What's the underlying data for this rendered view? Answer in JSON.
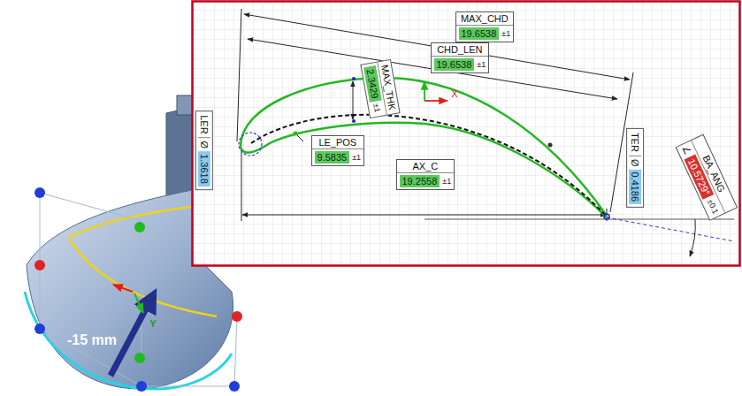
{
  "diagram": {
    "nodes": [
      {
        "text": [
          "MAX_CHD",
          "19.6538",
          "±1"
        ]
      },
      {
        "text": [
          "CHD_LEN",
          "19.6538",
          "±1"
        ]
      },
      {
        "text": [
          "MAX_THK",
          "2.3429",
          "±1"
        ]
      },
      {
        "text": [
          "LER",
          "Ø",
          "1.3618"
        ]
      },
      {
        "text": [
          "LE_POS",
          "9.5835",
          "±1"
        ]
      },
      {
        "text": [
          "AX_C",
          "19.2558",
          "±1"
        ]
      },
      {
        "text": [
          "TER",
          "Ø",
          "0.4186"
        ]
      },
      {
        "text": [
          "BA_ANG",
          "∠",
          "10.5729°",
          "±0.1"
        ]
      }
    ],
    "labels": [
      "-15 mm",
      "X",
      "Y"
    ]
  }
}
